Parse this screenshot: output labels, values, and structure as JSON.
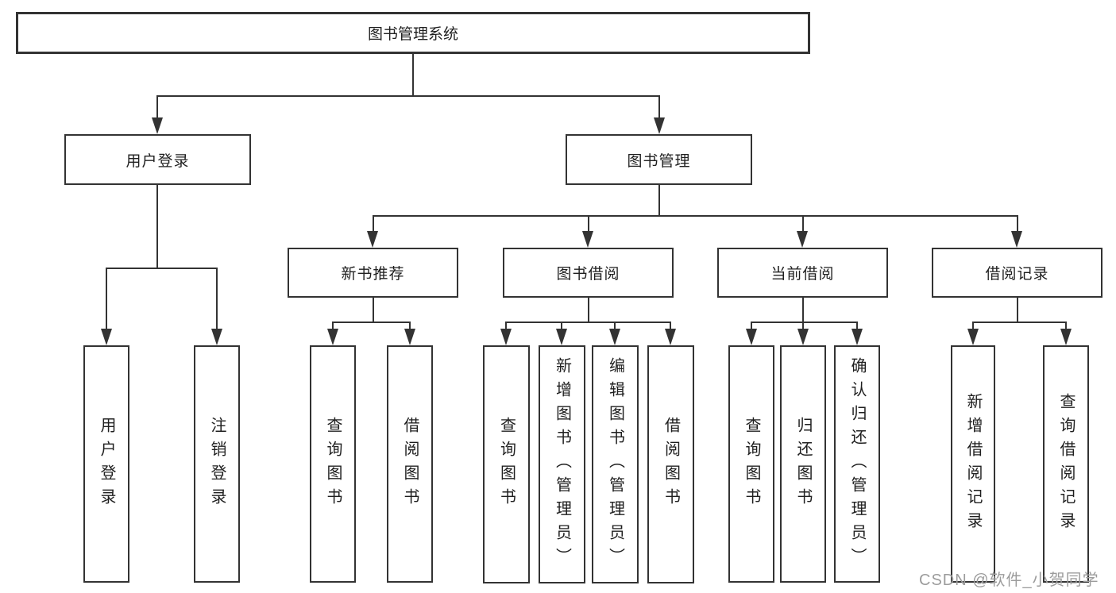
{
  "diagram": {
    "title": "图书管理系统",
    "root": {
      "label": "图书管理系统"
    },
    "branches": [
      {
        "label": "用户登录",
        "children": [
          {
            "label": "用户登录"
          },
          {
            "label": "注销登录"
          }
        ]
      },
      {
        "label": "图书管理",
        "children": [
          {
            "label": "新书推荐",
            "children": [
              {
                "label": "查询图书"
              },
              {
                "label": "借阅图书"
              }
            ]
          },
          {
            "label": "图书借阅",
            "children": [
              {
                "label": "查询图书"
              },
              {
                "label": "新增图书（管理员）"
              },
              {
                "label": "编辑图书（管理员）"
              },
              {
                "label": "借阅图书"
              }
            ]
          },
          {
            "label": "当前借阅",
            "children": [
              {
                "label": "查询图书"
              },
              {
                "label": "归还图书"
              },
              {
                "label": "确认归还（管理员）"
              }
            ]
          },
          {
            "label": "借阅记录",
            "children": [
              {
                "label": "新增借阅记录"
              },
              {
                "label": "查询借阅记录"
              }
            ]
          }
        ]
      }
    ]
  },
  "watermark": {
    "text": "CSDN @软件_小贺同学"
  },
  "colors": {
    "line": "#333333",
    "text": "#1f1f1f",
    "watermark": "#9c9c9c",
    "background": "#ffffff"
  }
}
